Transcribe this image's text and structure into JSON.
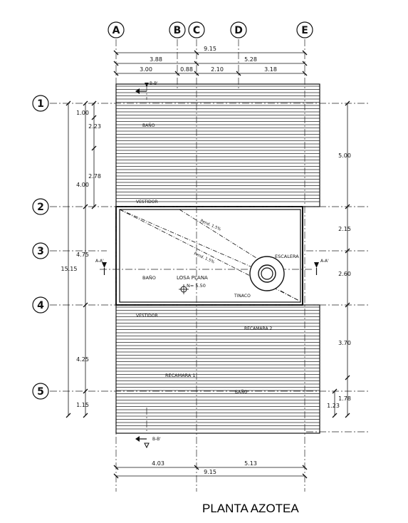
{
  "title": "PLANTA AZOTEA",
  "grid_columns": [
    "A",
    "B",
    "C",
    "D",
    "E"
  ],
  "grid_rows": [
    "1",
    "2",
    "3",
    "4",
    "5"
  ],
  "dimensions": {
    "top_total": "9.15",
    "top_left": "3.88",
    "top_right": "5.28",
    "top_sub": [
      "3.00",
      "0.88",
      "2.10",
      "3.18"
    ],
    "bottom_left": "4.03",
    "bottom_right": "5.13",
    "bottom_total": "9.15",
    "left_overall": "15.15",
    "left_inner_a": [
      "1.00",
      "2.23",
      "2.78"
    ],
    "left_inner_b": [
      "4.00",
      "4.75",
      "4.25",
      "1.15"
    ],
    "right": [
      "5.00",
      "2.15",
      "2.60",
      "3.70",
      "1.78"
    ],
    "right_extra": "1.23"
  },
  "labels": {
    "section_bb": "B-B'",
    "section_aa": "A-A'",
    "bano_top": "BAÑO",
    "vestidor_top": "VESTIDOR",
    "pend_1": "Pend. 1.5%",
    "pend_2": "Pend. 1.5%",
    "escalera": "ESCALERA",
    "bano_mid": "BAÑO",
    "losa_plana": "LOSA PLANA",
    "nivel": "N= 5.50",
    "tinaco": "TINACO",
    "vestidor_bottom": "VESTIDOR",
    "recamara_2": "RECAMARA 2",
    "recamara_1": "RECAMARA 1",
    "bano_bottom": "BAÑO"
  },
  "colors": {
    "ink": "#111111",
    "background": "#ffffff"
  }
}
